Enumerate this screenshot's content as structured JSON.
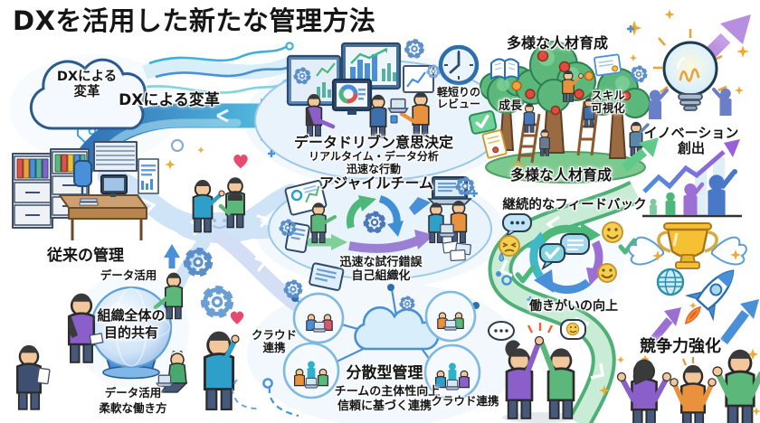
{
  "title": "DXを活用した新たな管理方法",
  "palette": {
    "accent_blue": "#4a90d9",
    "deep_blue": "#2d5a8e",
    "teal": "#3fb0d8",
    "green": "#4db87a",
    "purple": "#9b6fd4",
    "gold": "#f0a82e",
    "path_light_blue": "#cfe4f7",
    "road_green": "#57b87c"
  },
  "labels": {
    "cloud_line1": "DXによる",
    "cloud_line2": "変革",
    "arrow": "DXによる変革",
    "traditional": "従来の管理",
    "data_use_top": "データ活用",
    "org_goal_line1": "組織全体の",
    "org_goal_line2": "目的共有",
    "data_use_bottom": "データ活用",
    "flexible_work": "柔軟な働き方",
    "data_driven_title": "データドリブン意思決定",
    "data_driven_sub1": "リアルタイム・データ分析",
    "data_driven_sub2": "迅速な行動",
    "review_line1": "軽短りの",
    "review_line2": "レビュー",
    "agile_title": "アジャイルチーム",
    "agile_sub1": "迅速な試行錯誤",
    "agile_sub2": "自己組織化",
    "talent_top": "多様な人材育成",
    "growth": "成長",
    "skill_line1": "スキル",
    "skill_line2": "可視化",
    "talent_bottom": "多様な人材育成",
    "innovation_line1": "イノベーション",
    "innovation_line2": "創出",
    "feedback_title": "継続的なフィードバック",
    "work_satisfaction": "働きがいの向上",
    "competitiveness": "競争力強化",
    "cloud_coop_left_line1": "クラウド",
    "cloud_coop_left_line2": "連携",
    "distributed_title": "分散型管理",
    "distributed_sub1": "チームの主体性向上",
    "distributed_sub2": "信頼に基づく連携",
    "cloud_coop_right": "クラウド連携"
  },
  "icons": [
    "cloud-icon",
    "arrow-icon",
    "filing-cabinet-icon",
    "desk-icon",
    "monitor-icon",
    "gear-icon",
    "clock-icon",
    "tree-icon",
    "ladder-icon",
    "apple-icon",
    "book-icon",
    "certificate-icon",
    "lightbulb-icon",
    "sparkle-icon",
    "growth-chart-icon",
    "feedback-cycle-icon",
    "speech-bubble-icon",
    "smiley-icon",
    "crying-icon",
    "check-icon",
    "trophy-icon",
    "globe-icon",
    "rocket-icon",
    "crystal-ball-icon",
    "heart-icon",
    "laptop-icon",
    "network-cloud-icon"
  ]
}
